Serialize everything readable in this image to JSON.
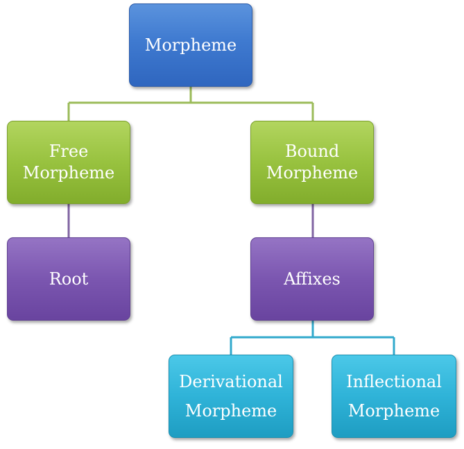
{
  "diagram": {
    "root": {
      "label": "Morpheme"
    },
    "free": {
      "line1": "Free",
      "line2": "Morpheme"
    },
    "bound": {
      "line1": "Bound",
      "line2": "Morpheme"
    },
    "root_node": {
      "label": "Root"
    },
    "affixes": {
      "label": "Affixes"
    },
    "derivational": {
      "line1": "Derivational",
      "line2": "Morpheme"
    },
    "inflectional": {
      "line1": "Inflectional",
      "line2": "Morpheme"
    }
  },
  "colors": {
    "level1": "#3f7ad0",
    "level2": "#98c23f",
    "level3": "#7b56b0",
    "level4": "#2fb3d8",
    "connector_green": "#9bbb59",
    "connector_purple": "#8064a2",
    "connector_cyan": "#31a9cc"
  }
}
